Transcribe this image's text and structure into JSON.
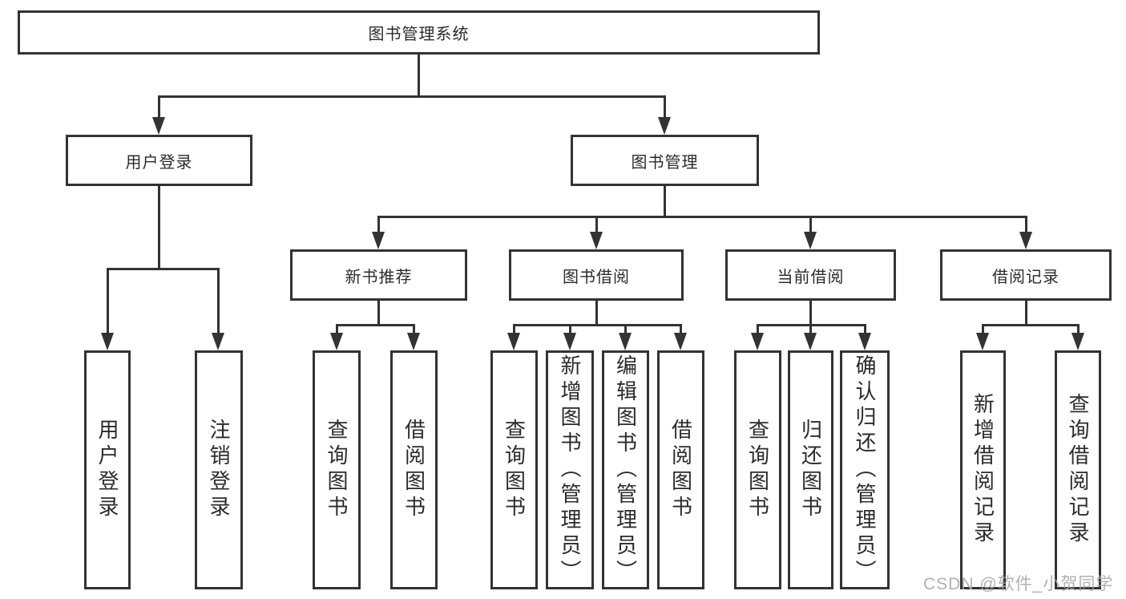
{
  "diagram": {
    "nodes": {
      "root": {
        "label": "图书管理系统"
      },
      "level2": [
        {
          "label": "用户登录"
        },
        {
          "label": "图书管理"
        }
      ],
      "level3": [
        {
          "label": "新书推荐"
        },
        {
          "label": "图书借阅"
        },
        {
          "label": "当前借阅"
        },
        {
          "label": "借阅记录"
        }
      ],
      "leaves": [
        {
          "label": "用户登录"
        },
        {
          "label": "注销登录"
        },
        {
          "label": "查询图书"
        },
        {
          "label": "借阅图书"
        },
        {
          "label": "查询图书"
        },
        {
          "label": "新增图书（管理员）"
        },
        {
          "label": "编辑图书（管理员）"
        },
        {
          "label": "借阅图书"
        },
        {
          "label": "查询图书"
        },
        {
          "label": "归还图书"
        },
        {
          "label": "确认归还（管理员）"
        },
        {
          "label": "新增借阅记录"
        },
        {
          "label": "查询借阅记录"
        }
      ]
    },
    "watermark": {
      "text": "CSDN @软件_小贺同学"
    },
    "colors": {
      "line": "#333333",
      "text": "#2b2b2b",
      "background": "#ffffff",
      "watermark": "#a8a8a8"
    }
  }
}
